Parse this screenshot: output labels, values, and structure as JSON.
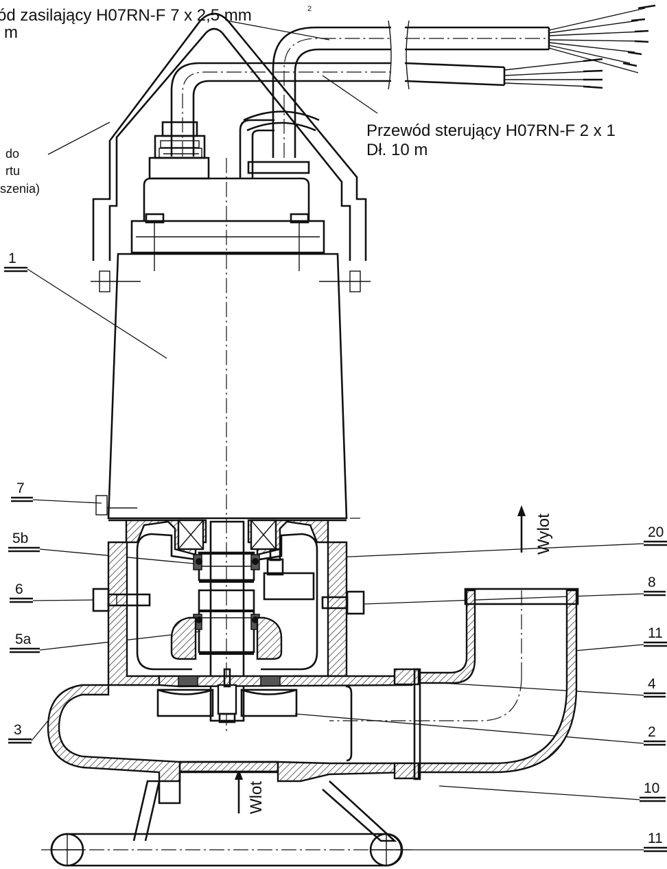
{
  "title_power_cable": {
    "line1": "ód zasilający H07RN-F 7 x 2,5 mm",
    "sup": "2",
    "line2": "m"
  },
  "control_cable": {
    "line1": "Przewód sterujący  H07RN-F 2 x 1",
    "line2": "Dł. 10 m"
  },
  "handle_note": {
    "line1": "do",
    "line2": "rtu",
    "line3": "szenia)"
  },
  "flow_outlet": "Wylot",
  "flow_inlet": "Wlot",
  "parts": {
    "p1": "1",
    "p7": "7",
    "p5b": "5b",
    "p6": "6",
    "p5a": "5a",
    "p3": "3",
    "p20": "20",
    "p8": "8",
    "p11a": "11",
    "p4": "4",
    "p2": "2",
    "p10": "10",
    "p11b": "11"
  },
  "colors": {
    "line": "#111111",
    "background": "#ffffff",
    "seal": "#555555"
  }
}
